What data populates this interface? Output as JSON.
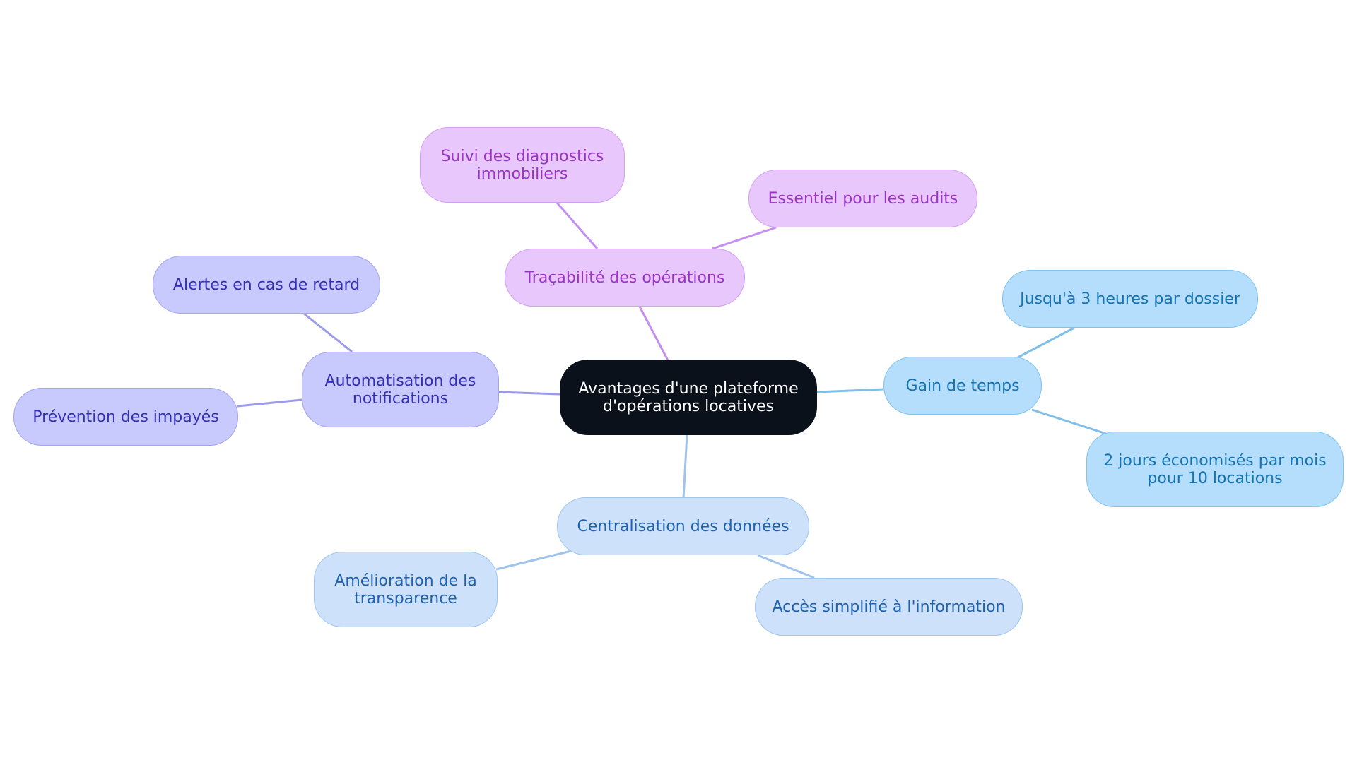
{
  "diagram": {
    "root": {
      "label": "Avantages d'une plateforme d'opérations locatives",
      "color": "#0b111b"
    },
    "branches": [
      {
        "label": "Traçabilité des opérations",
        "color": "#d39df3",
        "children": [
          "Suivi des diagnostics immobiliers",
          "Essentiel pour les audits"
        ]
      },
      {
        "label": "Automatisation des notifications",
        "color": "#a3a4ef",
        "children": [
          "Alertes en cas de retard",
          "Prévention des impayés"
        ]
      },
      {
        "label": "Gain de temps",
        "color": "#7fc3ef",
        "children": [
          "Jusqu'à 3 heures par dossier",
          "2 jours économisés par mois pour 10 locations"
        ]
      },
      {
        "label": "Centralisation des données",
        "color": "#9fc6ee",
        "children": [
          "Amélioration de la transparence",
          "Accès simplifié à l'information"
        ]
      }
    ]
  }
}
